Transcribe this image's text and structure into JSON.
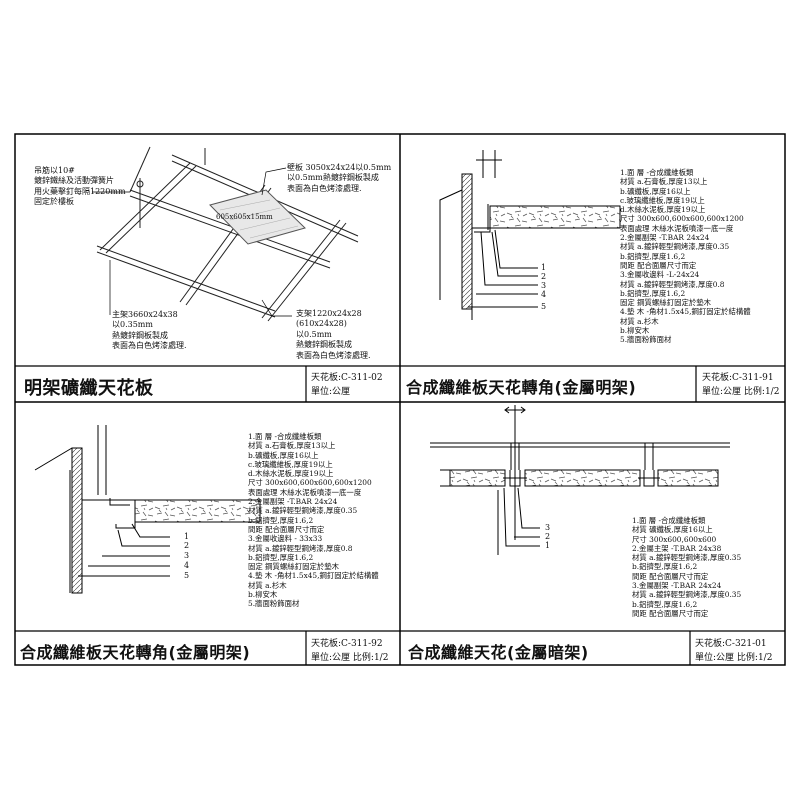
{
  "panels": [
    {
      "title": "明架礦纖天花板",
      "code": "天花板:C-311-02",
      "unit": "單位:公厘",
      "scale": "",
      "notes": {
        "hanger": [
          "吊筋以10#",
          "鍍鋅鐵絲及活動彈簧片",
          "用火藥擊釘每隔1220mm",
          "固定於樓板"
        ],
        "board": [
          "壁板 3050x24x24以0.5mm",
          "以0.5mm熱鍍鋅鋼板製成",
          "表面為白色烤漆處理."
        ],
        "board_size": "605x605x15mm",
        "main": [
          "主架3660x24x38",
          "以0.35mm",
          "熱鍍鋅鋼板製成",
          "表面為白色烤漆處理."
        ],
        "cross": [
          "支架1220x24x28",
          "(610x24x28)",
          "以0.5mm",
          "熱鍍鋅鋼板製成",
          "表面為白色烤漆處理."
        ]
      }
    },
    {
      "title": "合成纖維板天花轉角(金屬明架)",
      "code": "天花板:C-311-91",
      "unit": "單位:公厘",
      "scale": "比例:1/2",
      "numbers": [
        "1",
        "2",
        "3",
        "4",
        "5"
      ],
      "spec": [
        "1.面 層 -合成纖維板類",
        "  材質 a.石膏板,厚度13以上",
        "       b.礦纖板,厚度16以上",
        "       c.玻璃纖維板,厚度19以上",
        "       d.木絲水泥板,厚度19以上",
        "  尺寸 300x600,600x600,600x1200",
        "  表面處理 木絲水泥板噴漆一底一度",
        "2.金屬副架 -T.BAR 24x24",
        "  材質 a.鍍鋅輕型鋼烤漆,厚度0.35",
        "       b.鋁擠型,厚度1.6,2",
        "  間距 配合面層尺寸而定",
        "3.金屬收邊料 -L-24x24",
        "  材質 a.鍍鋅輕型鋼烤漆,厚度0.8",
        "       b.鋁擠型,厚度1.6,2",
        "  固定 鋼質螺絲釘固定於墊木",
        "4.墊 木 -角材1.5x45,鋼釘固定於結構體",
        "  材質 a.杉木",
        "       b.柳安木",
        "5.牆面粉飾面材"
      ]
    },
    {
      "title": "合成纖維板天花轉角(金屬明架)",
      "code": "天花板:C-311-92",
      "unit": "單位:公厘",
      "scale": "比例:1/2",
      "numbers": [
        "1",
        "2",
        "3",
        "4",
        "5"
      ],
      "spec": [
        "1.面 層 -合成纖維板類",
        "  材質 a.石膏板,厚度13以上",
        "       b.礦纖板,厚度16以上",
        "       c.玻璃纖維板,厚度19以上",
        "       d.木絲水泥板,厚度19以上",
        "  尺寸 300x600,600x600,600x1200",
        "  表面處理 木絲水泥板噴漆一底一度",
        "2.金屬副架 -T.BAR 24x24",
        "  材質 a.鍍鋅輕型鋼烤漆,厚度0.35",
        "       b.鋁擠型,厚度1.6,2",
        "  間距 配合面層尺寸而定",
        "3.金屬收邊料 - 33x33",
        "  材質 a.鍍鋅輕型鋼烤漆,厚度0.8",
        "       b.鋁擠型,厚度1.6,2",
        "  固定 鋼質螺絲釘固定於墊木",
        "4.墊 木 -角材1.5x45,鋼釘固定於結構體",
        "  材質 a.杉木",
        "       b.柳安木",
        "5.牆面粉飾面材"
      ]
    },
    {
      "title": "合成纖維天花(金屬暗架)",
      "code": "天花板:C-321-01",
      "unit": "單位:公厘",
      "scale": "比例:1/2",
      "numbers": [
        "3",
        "2",
        "1"
      ],
      "spec": [
        "1.面 層 -合成纖維板類",
        "  材質 礦纖板,厚度16以上",
        "  尺寸 300x600,600x600",
        "2.金屬主架 -T.BAR 24x38",
        "  材質 a.鍍鋅輕型鋼烤漆,厚度0.35",
        "       b.鋁擠型,厚度1.6,2",
        "  間距 配合面層尺寸而定",
        "3.金屬副架 -T.BAR 24x24",
        "  材質 a.鍍鋅輕型鋼烤漆,厚度0.35",
        "       b.鋁擠型,厚度1.6,2",
        "  間距 配合面層尺寸而定"
      ]
    }
  ]
}
